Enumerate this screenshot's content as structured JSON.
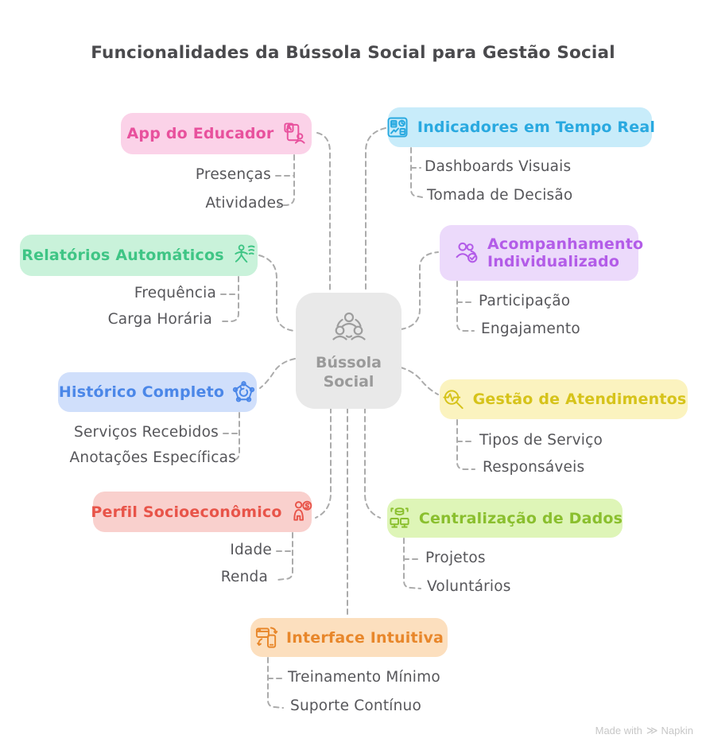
{
  "title": "Funcionalidades da Bússola Social para Gestão Social",
  "center": {
    "label": "Bússola Social",
    "icon": "people-network-icon"
  },
  "connector_color": "#ababab",
  "sub_text_color": "#56565a",
  "branches": [
    {
      "key": "app-do-educador",
      "label": "App do Educador",
      "icon": "educator-app-icon",
      "text_color": "#e8519d",
      "bg_color": "#fbd2e8",
      "children": [
        "Presenças",
        "Atividades"
      ]
    },
    {
      "key": "relatorios-automaticos",
      "label": "Relatórios Automáticos",
      "icon": "fast-runner-icon",
      "text_color": "#3fc585",
      "bg_color": "#c9f2da",
      "children": [
        "Frequência",
        "Carga Horária"
      ]
    },
    {
      "key": "historico-completo",
      "label": "Histórico Completo",
      "icon": "history-network-icon",
      "text_color": "#4b87e8",
      "bg_color": "#d0dffb",
      "children": [
        "Serviços Recebidos",
        "Anotações Específicas"
      ]
    },
    {
      "key": "perfil-socioeconomico",
      "label": "Perfil Socioeconômico",
      "icon": "person-money-icon",
      "text_color": "#e85449",
      "bg_color": "#f9d0cd",
      "children": [
        "Idade",
        "Renda"
      ]
    },
    {
      "key": "indicadores-tempo-real",
      "label": "Indicadores em Tempo Real",
      "icon": "dashboard-grid-icon",
      "text_color": "#29a9e0",
      "bg_color": "#c8ecfa",
      "children": [
        "Dashboards Visuais",
        "Tomada de Decisão"
      ]
    },
    {
      "key": "acompanhamento-individualizado",
      "label": "Acompanhamento Individualizado",
      "icon": "people-check-icon",
      "text_color": "#b35ce8",
      "bg_color": "#ecdafb",
      "children": [
        "Participação",
        "Engajamento"
      ]
    },
    {
      "key": "gestao-de-atendimentos",
      "label": "Gestão de Atendimentos",
      "icon": "pulse-magnifier-icon",
      "text_color": "#d6c31a",
      "bg_color": "#fbf3bf",
      "children": [
        "Tipos de Serviço",
        "Responsáveis"
      ]
    },
    {
      "key": "centralizacao-de-dados",
      "label": "Centralização de Dados",
      "icon": "data-central-icon",
      "text_color": "#8abf2e",
      "bg_color": "#def5b7",
      "children": [
        "Projetos",
        "Voluntários"
      ]
    },
    {
      "key": "interface-intuitiva",
      "label": "Interface Intuitiva",
      "icon": "device-sync-icon",
      "text_color": "#e8872b",
      "bg_color": "#fcdfbe",
      "children": [
        "Treinamento Mínimo",
        "Suporte Contínuo"
      ]
    }
  ],
  "footer": {
    "text": "Made with",
    "brand": "Napkin",
    "icon": "napkin-logo-icon",
    "glyph": "≫"
  }
}
